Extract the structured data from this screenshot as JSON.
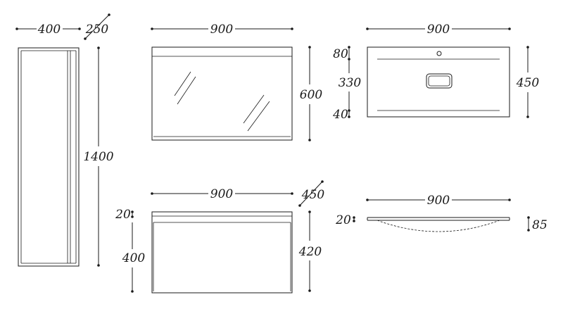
{
  "colors": {
    "ink": "#1a1a1a",
    "background": "#ffffff"
  },
  "cabinet": {
    "width": "400",
    "depth": "250",
    "height": "1400"
  },
  "mirror": {
    "width": "900",
    "height": "600"
  },
  "basin_top": {
    "width": "900",
    "depth": "450",
    "back_margin": "80",
    "middle": "330",
    "front_margin": "40"
  },
  "vanity": {
    "width": "900",
    "depth": "450",
    "top_thickness": "20",
    "front_height": "400",
    "total_height": "420"
  },
  "basin_side": {
    "width": "900",
    "edge_thickness": "20",
    "bowl_depth": "85"
  }
}
